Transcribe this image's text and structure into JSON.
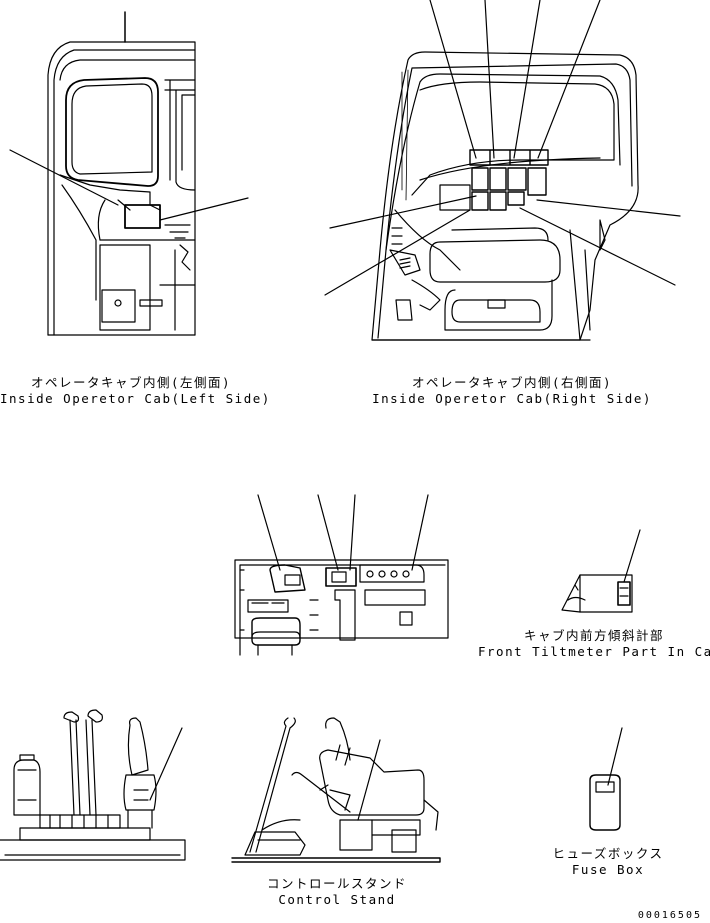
{
  "captions": {
    "left_cab": {
      "jp": "オペレータキャブ内側(左側面)",
      "en": "Inside Operetor Cab(Left Side)"
    },
    "right_cab": {
      "jp": "オペレータキャブ内側(右側面)",
      "en": "Inside Operetor Cab(Right Side)"
    },
    "tiltmeter": {
      "jp": "キャブ内前方傾斜計部",
      "en": "Front Tiltmeter Part In Cab"
    },
    "control_stand": {
      "jp": "コントロールスタンド",
      "en": "Control Stand"
    },
    "fuse_box": {
      "jp": "ヒューズボックス",
      "en": "Fuse Box"
    }
  },
  "drawing_code": "00016505"
}
